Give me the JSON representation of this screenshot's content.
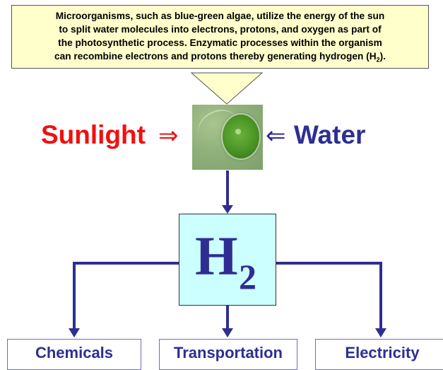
{
  "caption": {
    "lines": [
      "Microorganisms, such as blue-green algae, utilize the energy of the sun",
      "to split water molecules into electrons, protons, and oxygen as part of",
      "the photosynthetic process. Enzymatic processes within the organism",
      "can recombine electrons and protons thereby generating hydrogen (H"
    ],
    "formula_subscript": "2",
    "formula_close": ")."
  },
  "inputs": {
    "left_label": "Sunlight",
    "left_arrow": "⇒",
    "right_arrow": "⇐",
    "right_label": "Water"
  },
  "product": {
    "symbol": "H",
    "subscript": "2"
  },
  "outputs": [
    "Chemicals",
    "Transportation",
    "Electricity"
  ],
  "colors": {
    "caption_bg": "#ffffcc",
    "sunlight": "#ee1111",
    "navy": "#2e2e92",
    "h2_box_bg": "#ccffff",
    "funnel_fill": "#ffffcc"
  },
  "icons": {
    "algae_photo": "green-algae-cell-micrograph"
  }
}
